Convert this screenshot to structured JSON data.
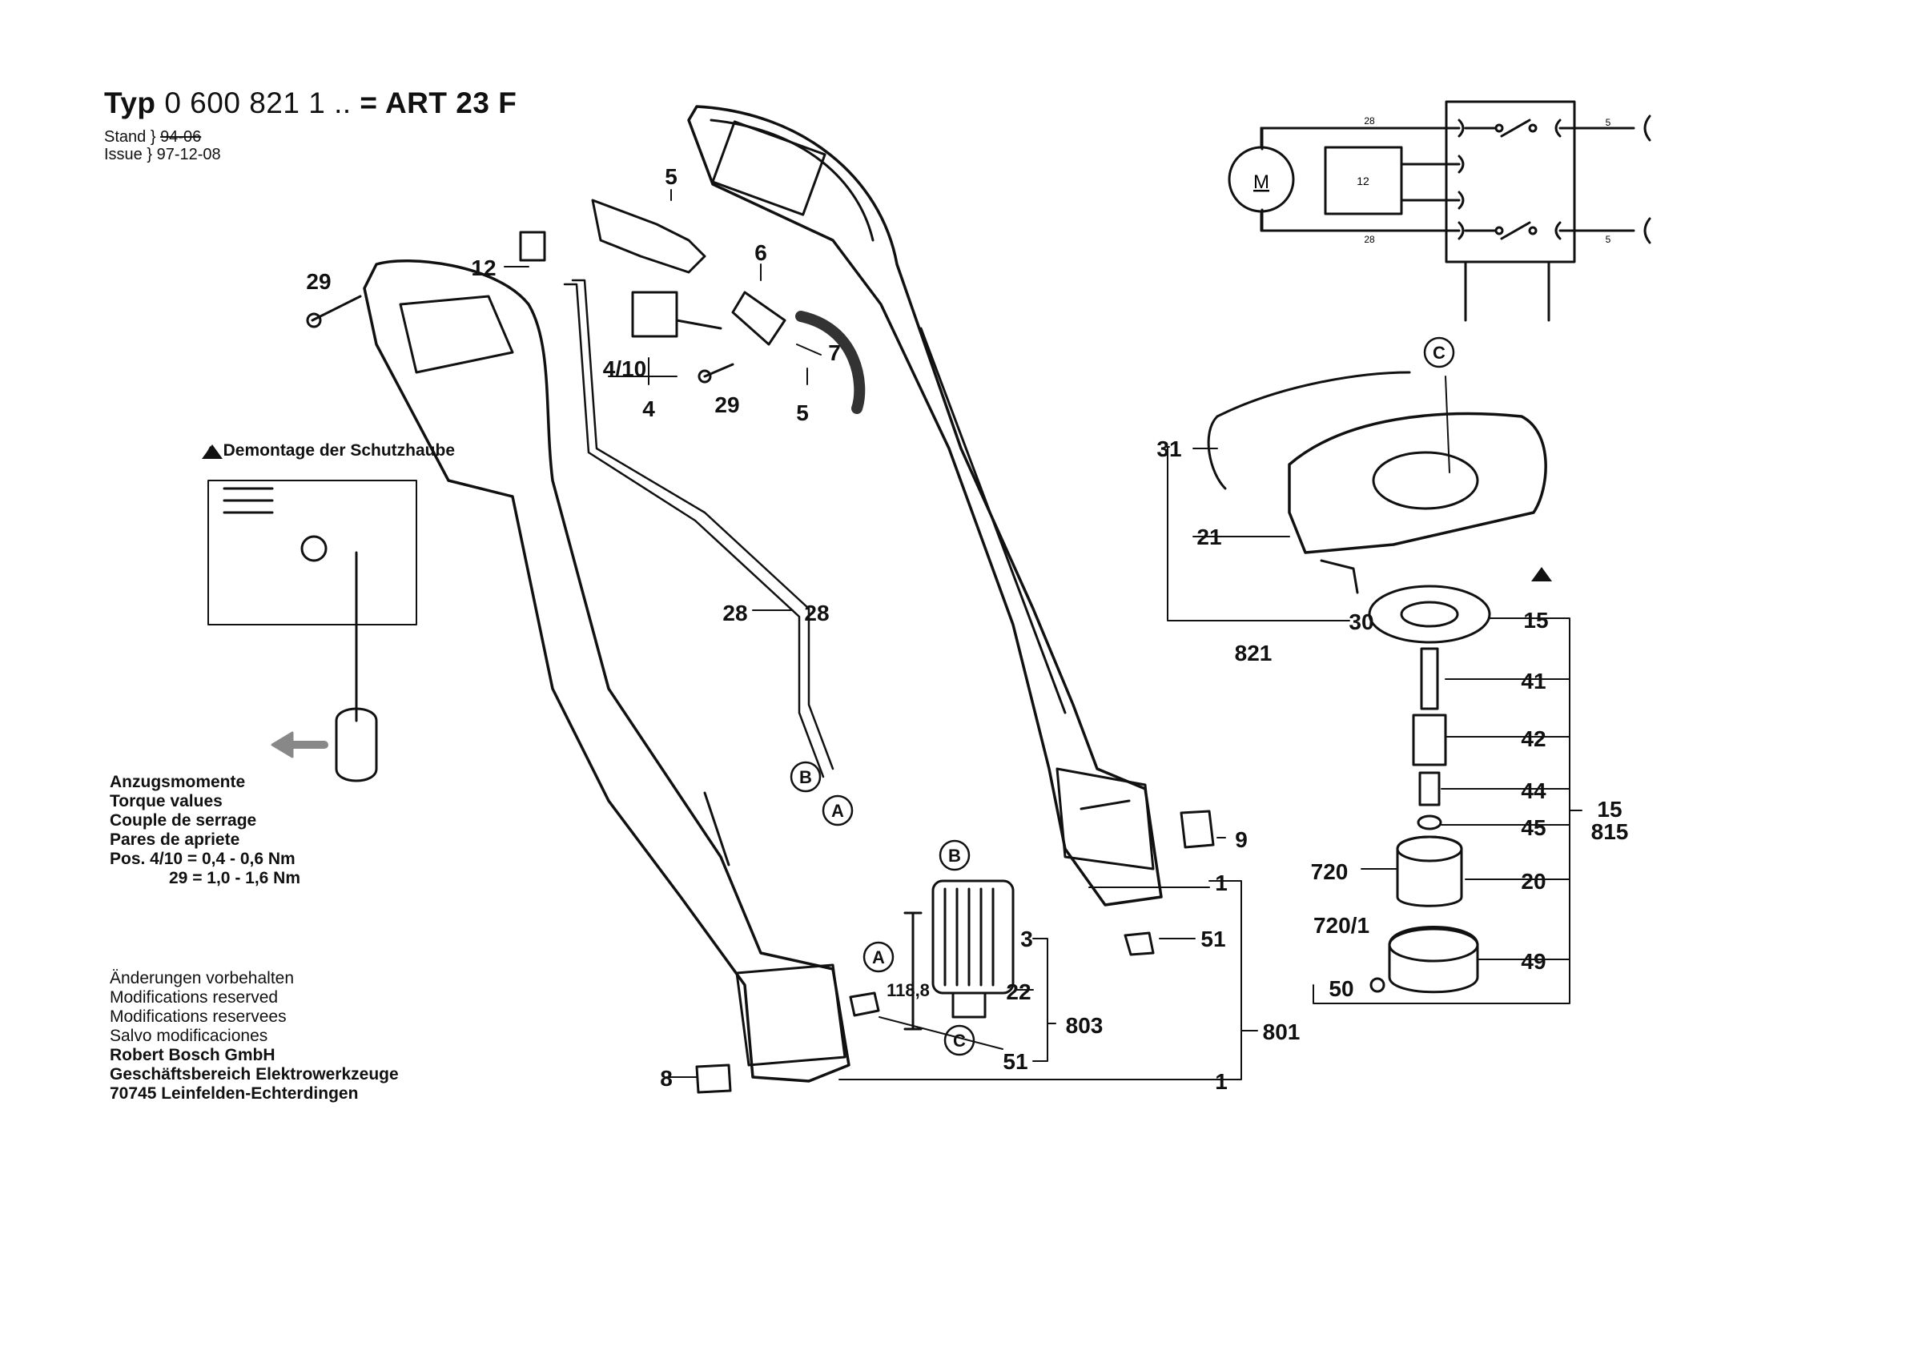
{
  "header": {
    "typ_label": "Typ",
    "part_number": "0 600 821 1 ..",
    "equals": "=",
    "model": "ART 23 F",
    "stand_label": "Stand",
    "stand_value": "94-06",
    "issue_label": "Issue",
    "issue_value": "97-12-08"
  },
  "demontage": {
    "symbol": "▲",
    "text": "Demontage der Schutzhaube"
  },
  "torque": {
    "lines": [
      "Anzugsmomente",
      "Torque values",
      "Couple de serrage",
      "Pares de apriete"
    ],
    "pos_line": "Pos. 4/10 = 0,4 - 0,6 Nm",
    "pos29_line": "29 = 1,0 - 1,6 Nm"
  },
  "notes": {
    "lines": [
      "Änderungen vorbehalten",
      "Modifications reserved",
      "Modifications reservees",
      "Salvo modificaciones"
    ],
    "company": [
      "Robert Bosch GmbH",
      "Geschäftsbereich Elektrowerkzeuge",
      "70745 Leinfelden-Echterdingen"
    ]
  },
  "schematic": {
    "motor": "M",
    "component": "12",
    "wire_top": "28",
    "wire_bottom": "28",
    "out_top": "5",
    "out_bottom": "5"
  },
  "callouts": {
    "p5_top": "5",
    "p12": "12",
    "p29_left": "29",
    "p6": "6",
    "p7": "7",
    "p4_10": "4/10",
    "p4": "4",
    "p29_mid": "29",
    "p5_bottom": "5",
    "p28_left": "28",
    "p28_right": "28",
    "circ_b": "B",
    "circ_a": "A",
    "p9": "9",
    "p1_top": "1",
    "p51_right": "51",
    "p3": "3",
    "p22": "22",
    "p803": "803",
    "p51_bottom": "51",
    "p801": "801",
    "p1_bottom": "1",
    "p8": "8",
    "dim": "118,8",
    "motor_b": "B",
    "motor_a": "A",
    "motor_c": "C",
    "p31": "31",
    "p21": "21",
    "p821": "821",
    "p30": "30",
    "cap_c": "C",
    "p15": "15",
    "p41": "41",
    "p42": "42",
    "p44": "44",
    "p45": "45",
    "p15b": "15",
    "p815": "815",
    "p720": "720",
    "p720_1": "720/1",
    "p20": "20",
    "p49": "49",
    "p50": "50"
  }
}
